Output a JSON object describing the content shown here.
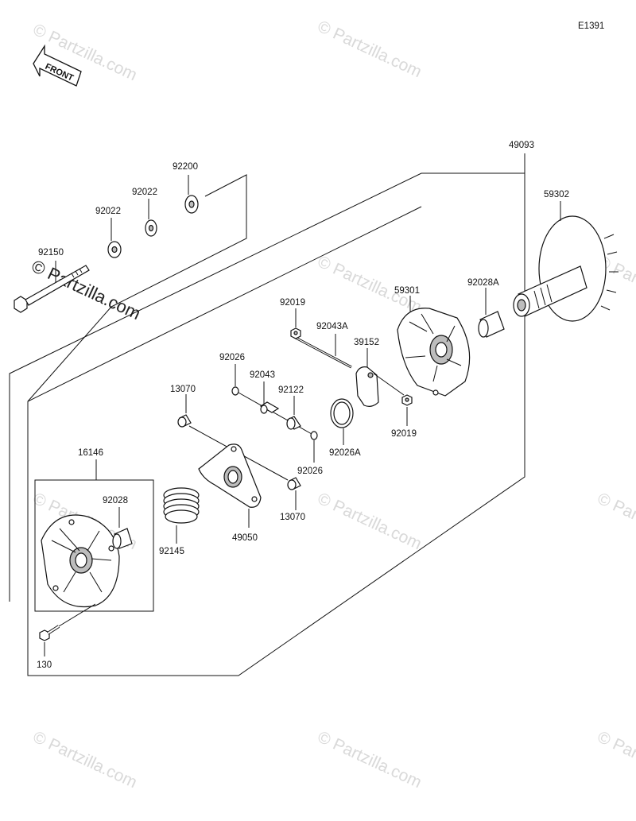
{
  "diagram_code": "E1391",
  "front_label": "FRONT",
  "watermark": "© Partzilla.com",
  "parts": {
    "p49093": "49093",
    "p59302": "59302",
    "p92200": "92200",
    "p92022a": "92022",
    "p92022b": "92022",
    "p92150": "92150",
    "p59301": "59301",
    "p92028A": "92028A",
    "p92019a": "92019",
    "p92043A": "92043A",
    "p39152": "39152",
    "p92026a": "92026",
    "p92043": "92043",
    "p92122": "92122",
    "p13070a": "13070",
    "p92019b": "92019",
    "p92026A": "92026A",
    "p92026b": "92026",
    "p16146": "16146",
    "p92028": "92028",
    "p13070b": "13070",
    "p92145": "92145",
    "p49050": "49050",
    "p130": "130"
  },
  "icons": {
    "front_arrow": "front-arrow-icon"
  }
}
